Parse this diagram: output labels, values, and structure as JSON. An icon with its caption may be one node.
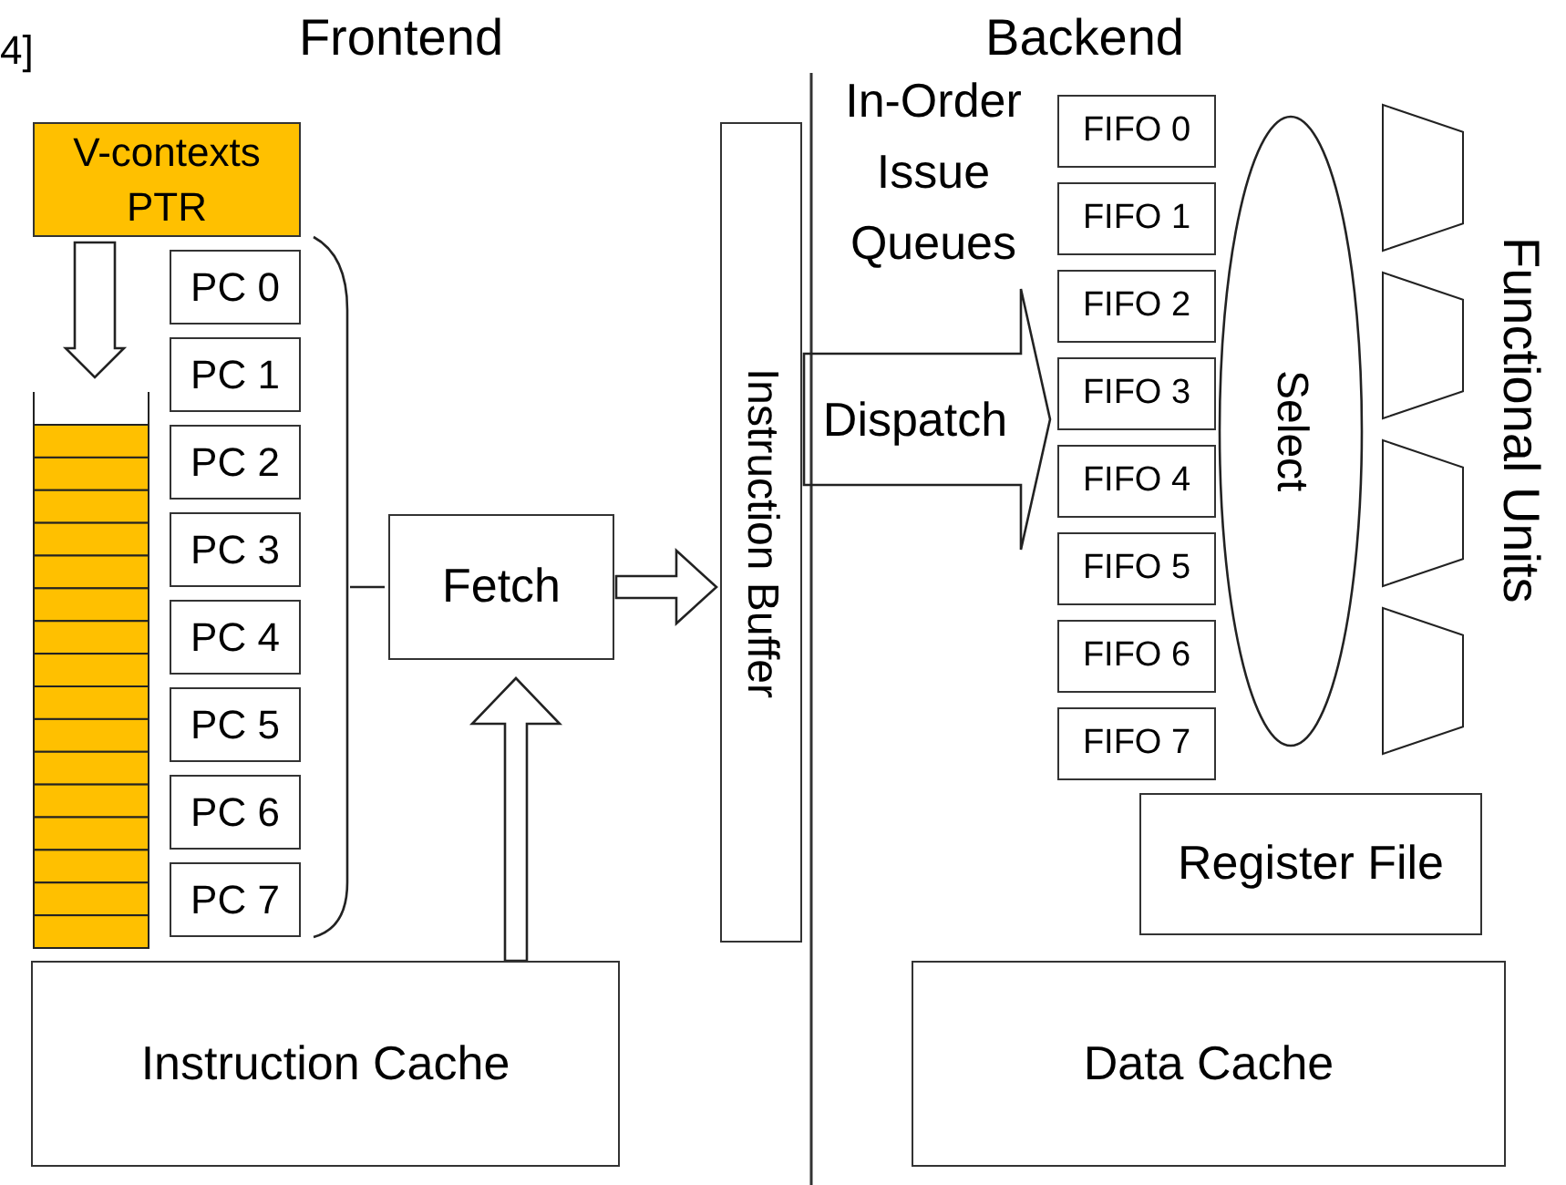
{
  "diagram": {
    "nodes": [
      {
        "text": [
          "V-contexts PTR"
        ]
      },
      {
        "text": [],
        "shape": "stack"
      },
      {
        "text": [
          "PC 0"
        ]
      },
      {
        "text": [
          "PC 1"
        ]
      },
      {
        "text": [
          "PC 2"
        ]
      },
      {
        "text": [
          "PC 3"
        ]
      },
      {
        "text": [
          "PC 4"
        ]
      },
      {
        "text": [
          "PC 5"
        ]
      },
      {
        "text": [
          "PC 6"
        ]
      },
      {
        "text": [
          "PC 7"
        ]
      },
      {
        "text": [
          "Fetch"
        ]
      },
      {
        "text": [
          "Instruction Buffer"
        ]
      },
      {
        "text": [
          "Instruction Cache"
        ]
      },
      {
        "text": [
          "FIFO 0"
        ]
      },
      {
        "text": [
          "FIFO 1"
        ]
      },
      {
        "text": [
          "FIFO 2"
        ]
      },
      {
        "text": [
          "FIFO 3"
        ]
      },
      {
        "text": [
          "FIFO 4"
        ]
      },
      {
        "text": [
          "FIFO 5"
        ]
      },
      {
        "text": [
          "FIFO 6"
        ]
      },
      {
        "text": [
          "FIFO 7"
        ]
      },
      {
        "text": [
          "Select"
        ]
      },
      {
        "text": [],
        "shape": "trapezoid"
      },
      {
        "text": [],
        "shape": "trapezoid"
      },
      {
        "text": [],
        "shape": "trapezoid"
      },
      {
        "text": [],
        "shape": "trapezoid"
      },
      {
        "text": [
          "Register File"
        ]
      },
      {
        "text": [
          "Data Cache"
        ]
      },
      {
        "text": [],
        "shape": "brace"
      }
    ],
    "edges": [
      {
        "from": 0,
        "to": 1,
        "arrow": "to"
      },
      {
        "from": 28,
        "to": 10,
        "arrow": "none"
      },
      {
        "from": 10,
        "to": 11,
        "arrow": "to"
      },
      {
        "from": 12,
        "to": 10,
        "arrow": "to"
      },
      {
        "from": 11,
        "to": 13,
        "arrow": "to",
        "label": "Dispatch"
      },
      {
        "from": 11,
        "to": 14,
        "arrow": "to"
      },
      {
        "from": 11,
        "to": 15,
        "arrow": "to"
      },
      {
        "from": 11,
        "to": 16,
        "arrow": "to"
      },
      {
        "from": 11,
        "to": 17,
        "arrow": "to"
      },
      {
        "from": 11,
        "to": 18,
        "arrow": "to"
      },
      {
        "from": 11,
        "to": 19,
        "arrow": "to"
      },
      {
        "from": 11,
        "to": 20,
        "arrow": "to"
      }
    ],
    "labels": [
      "4]",
      "Frontend",
      "Backend",
      "In-Order Issue Queues",
      "Functional Units"
    ]
  }
}
